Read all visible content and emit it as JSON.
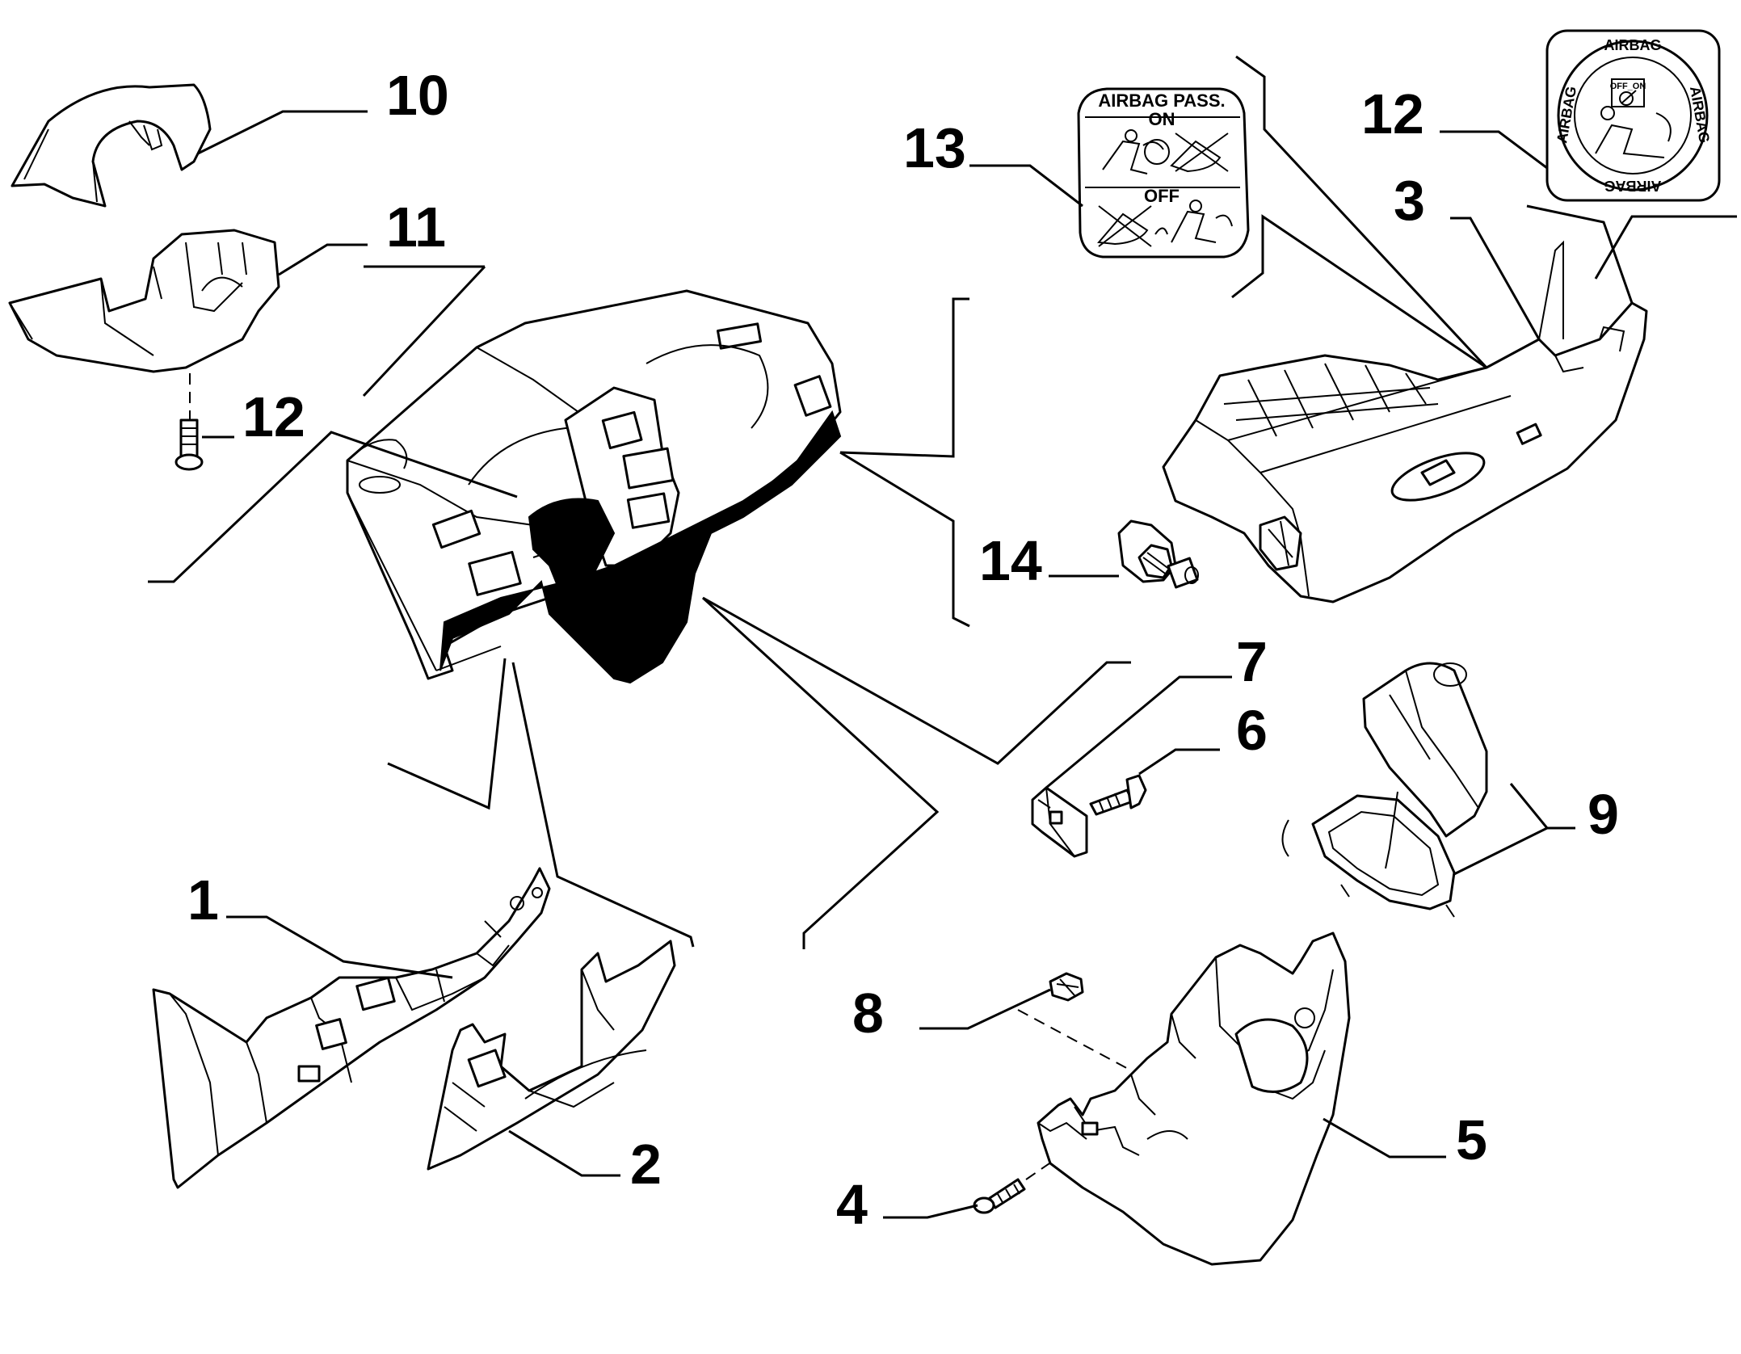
{
  "callouts": {
    "c1": "1",
    "c2": "2",
    "c3": "3",
    "c4": "4",
    "c5": "5",
    "c6": "6",
    "c7": "7",
    "c8": "8",
    "c9": "9",
    "c10": "10",
    "c11": "11",
    "c12a": "12",
    "c12b": "12",
    "c13": "13",
    "c14": "14"
  },
  "labels": {
    "airbag_pass": "AIRBAG PASS.",
    "on": "ON",
    "off": "OFF",
    "airbag_ring_top": "AIRBAG",
    "airbag_ring_bottom": "AIRBAG",
    "airbag_ring_left": "AIRBAG",
    "airbag_ring_right": "AIRBAG",
    "off_on": "OFF_ON"
  },
  "colors": {
    "ink": "#000000",
    "paper": "#ffffff"
  }
}
